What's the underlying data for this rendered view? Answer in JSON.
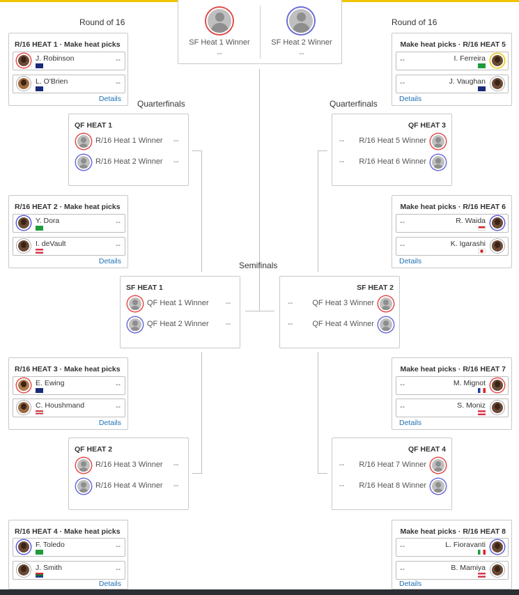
{
  "final": {
    "left": {
      "label": "SF Heat 1 Winner",
      "score": "--"
    },
    "right": {
      "label": "SF Heat 2 Winner",
      "score": "--"
    }
  },
  "rounds": {
    "r16_left": "Round of 16",
    "r16_right": "Round of 16",
    "qf_left": "Quarterfinals",
    "qf_right": "Quarterfinals",
    "sf": "Semifinals"
  },
  "details_label": "Details",
  "r16": [
    {
      "title": "R/16 HEAT 1 · Make heat picks",
      "side": "left",
      "surfers": [
        {
          "name": "J. Robinson",
          "score": "--",
          "flag": "AUS"
        },
        {
          "name": "L. O'Brien",
          "score": "--",
          "flag": "AUS"
        }
      ]
    },
    {
      "title": "R/16 HEAT 2 · Make heat picks",
      "side": "left",
      "surfers": [
        {
          "name": "Y. Dora",
          "score": "--",
          "flag": "BRA"
        },
        {
          "name": "I. deVault",
          "score": "--",
          "flag": "HAW"
        }
      ]
    },
    {
      "title": "R/16 HEAT 3 · Make heat picks",
      "side": "left",
      "surfers": [
        {
          "name": "E. Ewing",
          "score": "--",
          "flag": "AUS"
        },
        {
          "name": "C. Houshmand",
          "score": "--",
          "flag": "USA"
        }
      ]
    },
    {
      "title": "R/16 HEAT 4 · Make heat picks",
      "side": "left",
      "surfers": [
        {
          "name": "F. Toledo",
          "score": "--",
          "flag": "BRA"
        },
        {
          "name": "J. Smith",
          "score": "--",
          "flag": "RSA"
        }
      ]
    },
    {
      "title": "Make heat picks · R/16 HEAT 5",
      "side": "right",
      "surfers": [
        {
          "name": "I. Ferreira",
          "score": "--",
          "flag": "BRA"
        },
        {
          "name": "J. Vaughan",
          "score": "--",
          "flag": "AUS"
        }
      ]
    },
    {
      "title": "Make heat picks · R/16 HEAT 6",
      "side": "right",
      "surfers": [
        {
          "name": "R. Waida",
          "score": "--",
          "flag": "INA"
        },
        {
          "name": "K. Igarashi",
          "score": "--",
          "flag": "JPN"
        }
      ]
    },
    {
      "title": "Make heat picks · R/16 HEAT 7",
      "side": "right",
      "surfers": [
        {
          "name": "M. Mignot",
          "score": "--",
          "flag": "FRA"
        },
        {
          "name": "S. Moniz",
          "score": "--",
          "flag": "HAW"
        }
      ]
    },
    {
      "title": "Make heat picks · R/16 HEAT 8",
      "side": "right",
      "surfers": [
        {
          "name": "L. Fioravanti",
          "score": "--",
          "flag": "ITA"
        },
        {
          "name": "B. Mamiya",
          "score": "--",
          "flag": "HAW"
        }
      ]
    }
  ],
  "qf": [
    {
      "title": "QF HEAT 1",
      "rows": [
        {
          "label": "R/16 Heat 1 Winner",
          "score": "--"
        },
        {
          "label": "R/16 Heat 2 Winner",
          "score": "--"
        }
      ]
    },
    {
      "title": "QF HEAT 2",
      "rows": [
        {
          "label": "R/16 Heat 3 Winner",
          "score": "--"
        },
        {
          "label": "R/16 Heat 4 Winner",
          "score": "--"
        }
      ]
    },
    {
      "title": "QF HEAT 3",
      "rows": [
        {
          "label": "R/16 Heat 5 Winner",
          "score": "--"
        },
        {
          "label": "R/16 Heat 6 Winner",
          "score": "--"
        }
      ]
    },
    {
      "title": "QF HEAT 4",
      "rows": [
        {
          "label": "R/16 Heat 7 Winner",
          "score": "--"
        },
        {
          "label": "R/16 Heat 8 Winner",
          "score": "--"
        }
      ]
    }
  ],
  "sf": [
    {
      "title": "SF HEAT 1",
      "rows": [
        {
          "label": "QF Heat 1 Winner",
          "score": "--"
        },
        {
          "label": "QF Heat 2 Winner",
          "score": "--"
        }
      ]
    },
    {
      "title": "SF HEAT 2",
      "rows": [
        {
          "label": "QF Heat 3 Winner",
          "score": "--"
        },
        {
          "label": "QF Heat 4 Winner",
          "score": "--"
        }
      ]
    }
  ],
  "colors": {
    "accent": "#f0c200",
    "link": "#1f6fb2",
    "red_ring": "#e24a4a",
    "blue_ring": "#6b6bd8",
    "yellow_ring": "#e7c400"
  }
}
